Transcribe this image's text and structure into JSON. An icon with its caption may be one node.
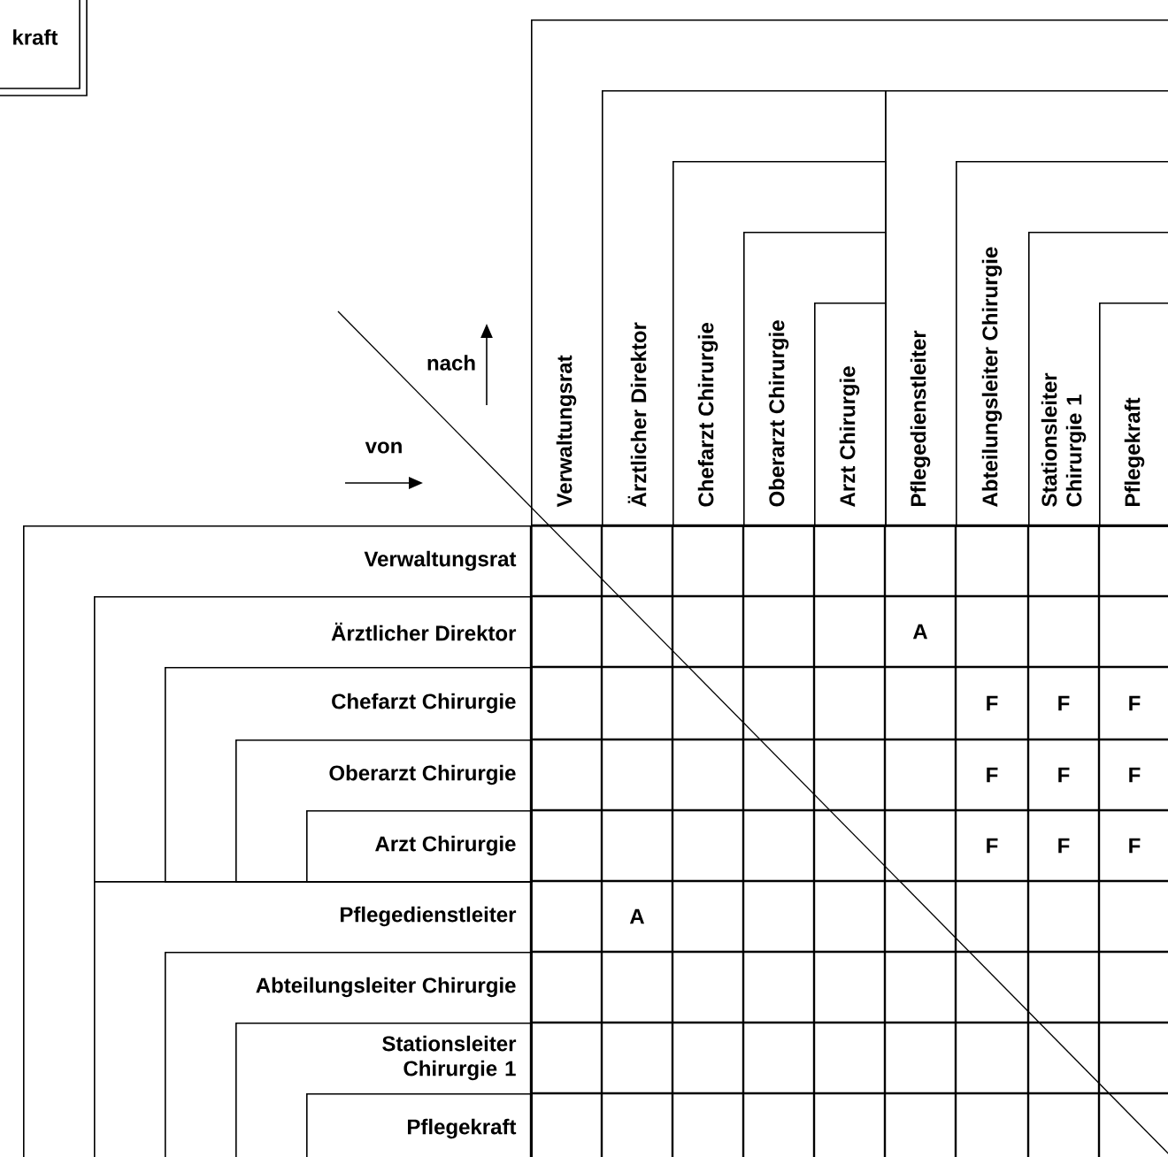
{
  "diagram": {
    "nodes": [
      {
        "text": [
          "Verwaltungsrat"
        ]
      },
      {
        "text": [
          "Ärztlicher Direktor"
        ],
        "in": 0
      },
      {
        "text": [
          "Chefarzt Chirurgie"
        ],
        "in": 1
      },
      {
        "text": [
          "Oberarzt Chirurgie"
        ],
        "in": 2
      },
      {
        "text": [
          "Arzt Chirurgie"
        ],
        "in": 3
      },
      {
        "text": [
          "Pflegedienstleiter"
        ],
        "in": 0
      },
      {
        "text": [
          "Abteilungsleiter Chirurgie"
        ],
        "in": 5
      },
      {
        "text": [
          "Stationsleiter Chirurgie 1"
        ],
        "in": 6
      },
      {
        "text": [
          "Pflegekraft"
        ],
        "in": 7
      },
      {
        "text": [
          "Verwaltungsrat"
        ]
      },
      {
        "text": [
          "Ärztlicher Direktor"
        ],
        "in": 9
      },
      {
        "text": [
          "Chefarzt Chirurgie"
        ],
        "in": 10
      },
      {
        "text": [
          "Oberarzt Chirurgie"
        ],
        "in": 11
      },
      {
        "text": [
          "Arzt Chirurgie"
        ],
        "in": 12
      },
      {
        "text": [
          "Pflegedienstleiter"
        ],
        "in": 9
      },
      {
        "text": [
          "Abteilungsleiter Chirurgie"
        ],
        "in": 14
      },
      {
        "text": [
          "Stationsleiter Chirurgie 1"
        ],
        "in": 15
      },
      {
        "text": [
          "Pflegekraft"
        ],
        "in": 16
      }
    ],
    "labels": [
      "kraft",
      "nach",
      "von",
      "A",
      "F",
      "F",
      "F",
      "F",
      "F",
      "F",
      "F",
      "F",
      "F",
      "A"
    ]
  }
}
